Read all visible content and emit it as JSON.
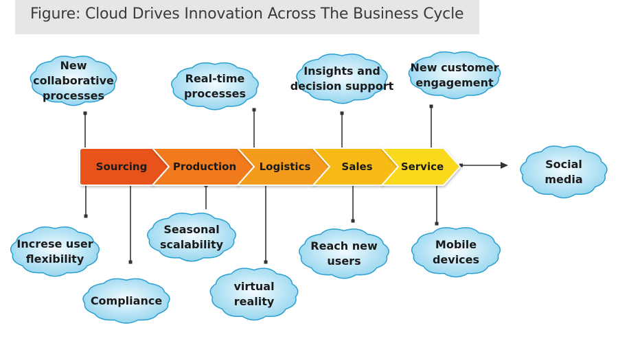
{
  "title": "Figure: Cloud Drives Innovation Across The Business Cycle",
  "colors": {
    "title_band": "#e6e6e6",
    "cloud_fill_center": "#f3fbfe",
    "cloud_fill_edge": "#8fd3ee",
    "cloud_stroke": "#2a9fd0",
    "connector": "#333333",
    "stages": [
      "#e8531e",
      "#f07a1e",
      "#f59b1c",
      "#f8bb16",
      "#fad81a"
    ]
  },
  "stages": [
    "Sourcing",
    "Production",
    "Logistics",
    "Sales",
    "Service"
  ],
  "clouds": {
    "new_collaborative": [
      "New",
      "collaborative",
      "processes"
    ],
    "real_time": [
      "Real-time",
      "processes"
    ],
    "insights": [
      "Insights and",
      "decision support"
    ],
    "customer_engagement": [
      "New customer",
      "engagement"
    ],
    "social_media": [
      "Social",
      "media"
    ],
    "user_flexibility": [
      "Increse user",
      "flexibility"
    ],
    "compliance": [
      "Compliance"
    ],
    "seasonal": [
      "Seasonal",
      "scalability"
    ],
    "virtual_reality": [
      "virtual",
      "reality"
    ],
    "reach_users": [
      "Reach new",
      "users"
    ],
    "mobile_devices": [
      "Mobile",
      "devices"
    ]
  }
}
